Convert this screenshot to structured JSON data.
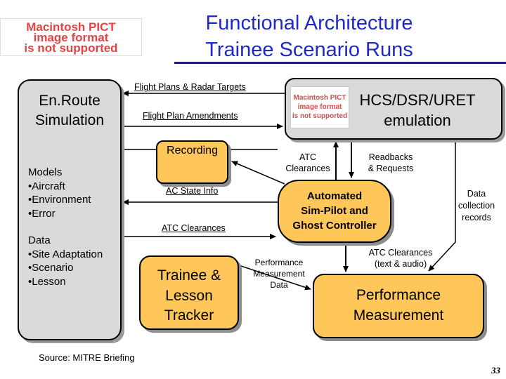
{
  "title": {
    "line1": "Functional Architecture",
    "line2": "Trainee Scenario Runs"
  },
  "placeholder_image": {
    "line1": "Macintosh PICT",
    "line2": "image format",
    "line3": "is not supported"
  },
  "nodes": {
    "enroute": {
      "title_line1": "En.Route",
      "title_line2": "Simulation",
      "models": [
        "Models",
        "•Aircraft",
        "•Environment",
        "•Error"
      ],
      "data": [
        "Data",
        "•Site Adaptation",
        "•Scenario",
        "•Lesson"
      ]
    },
    "hcs": {
      "line1": "HCS/DSR/URET",
      "line2": "emulation"
    },
    "recording": {
      "label": "Recording"
    },
    "ghost": {
      "line1": "Automated",
      "line2": "Sim-Pilot and",
      "line3": "Ghost Controller"
    },
    "trainee": {
      "line1": "Trainee &",
      "line2": "Lesson",
      "line3": "Tracker"
    },
    "performance": {
      "line1": "Performance",
      "line2": "Measurement"
    }
  },
  "edges": {
    "flight_plans": "Flight Plans & Radar Targets",
    "amendments": "Flight Plan Amendments",
    "atc_clearances_up": [
      "ATC",
      "Clearances"
    ],
    "readbacks": [
      "Readbacks",
      "& Requests"
    ],
    "ac_state": "AC State Info",
    "atc_clearances_left": "ATC Clearances",
    "data_collection": [
      "Data",
      "collection",
      "records"
    ],
    "perf_data": [
      "Performance",
      "Measurement",
      "Data"
    ],
    "atc_text_audio": [
      "ATC Clearances",
      "(text & audio)"
    ]
  },
  "footer": {
    "source": "Source: MITRE Briefing",
    "page_number": "33"
  },
  "colors": {
    "title": "#1f28c8",
    "box_gray": "#d9d9d9",
    "box_orange": "#ffc75a",
    "pict_text": "#e04545",
    "rule": "#1f1f7a"
  }
}
